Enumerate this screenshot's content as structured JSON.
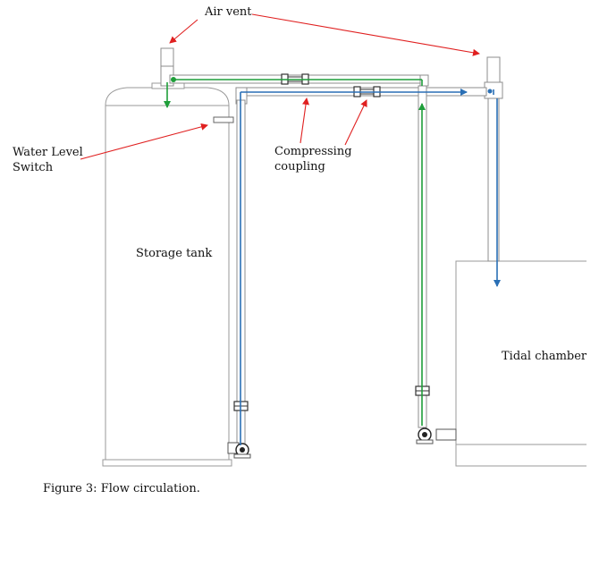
{
  "labels": {
    "air_vent": "Air vent",
    "water_level_line1": "Water Level",
    "water_level_line2": "Switch",
    "compressing_line1": "Compressing",
    "compressing_line2": "coupling",
    "storage_tank": "Storage tank",
    "tidal_chamber": "Tidal chamber"
  },
  "caption": "Figure 3: Flow circulation.",
  "colors": {
    "green_flow": "#1f9e3a",
    "blue_flow": "#2a6fb5",
    "annotation_arrow": "#e02020",
    "outline": "#9a9a9a"
  },
  "icons": [
    "pump-icon",
    "valve-icon",
    "coupling-icon",
    "arrow-icon"
  ]
}
